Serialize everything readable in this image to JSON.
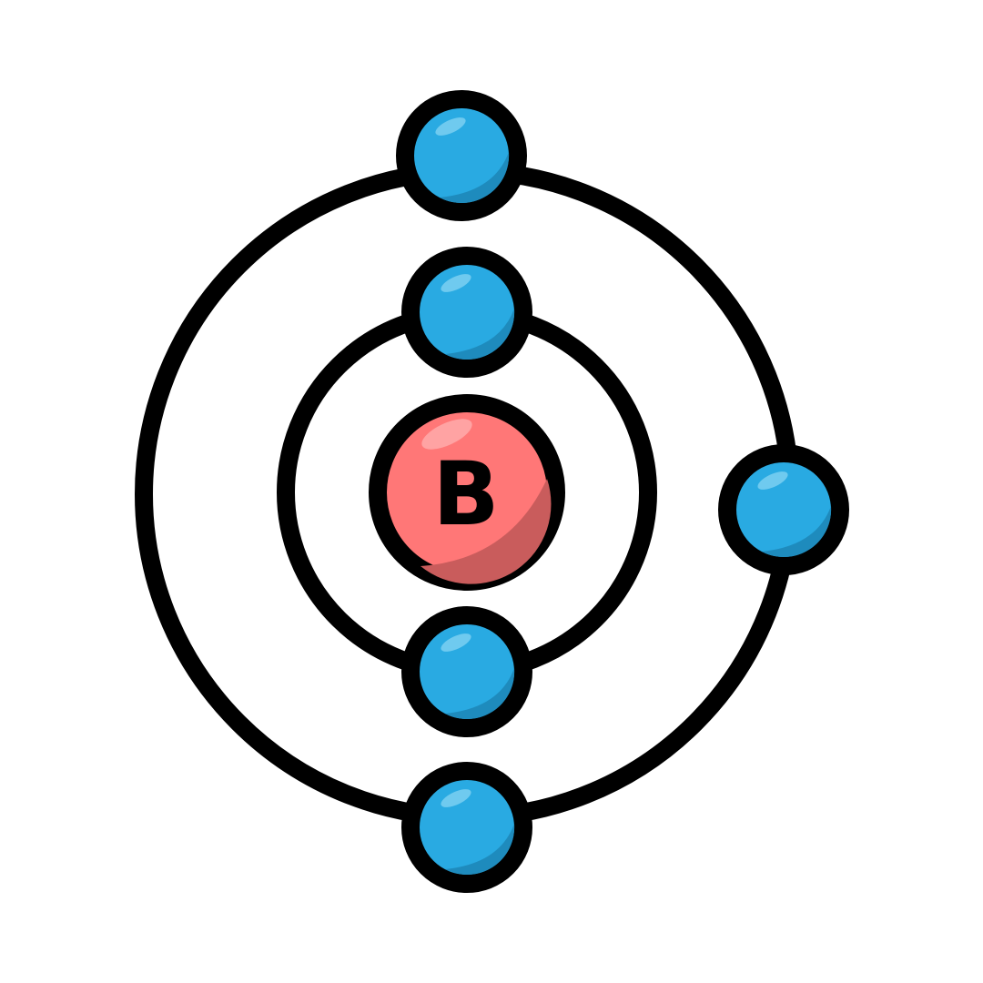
{
  "diagram": {
    "type": "bohr-atom-model",
    "nucleus": {
      "symbol": "B",
      "color": "#ff7777",
      "shade_color": "#c95c5c",
      "highlight_color": "#ffa3a3"
    },
    "electron": {
      "color": "#29aae2",
      "shade_color": "#1e8bbd",
      "highlight_color": "#6fcaef"
    },
    "outline_color": "#000000",
    "shells": [
      {
        "index": 1,
        "electron_count": 2
      },
      {
        "index": 2,
        "electron_count": 3
      }
    ]
  }
}
